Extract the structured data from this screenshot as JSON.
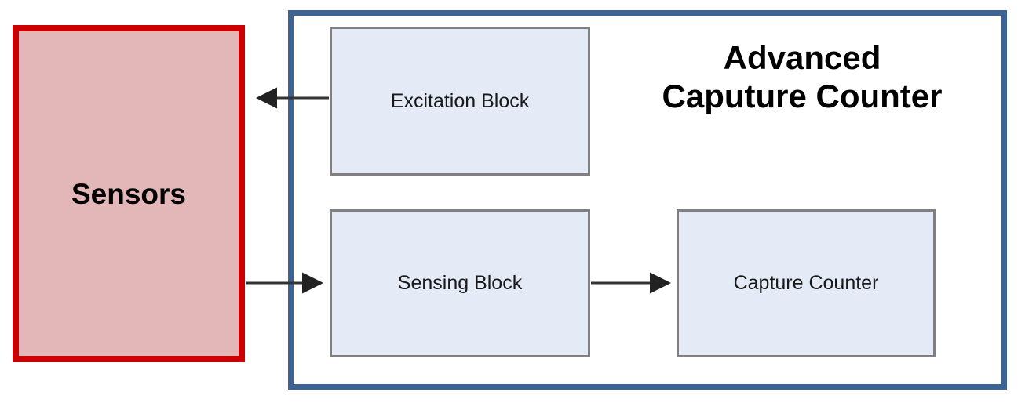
{
  "diagram": {
    "title_lines": [
      "Advanced",
      "Caputure Counter"
    ],
    "colors": {
      "system_border": "#3b6495",
      "sensors_border": "#cc0000",
      "sensors_fill": "#e3b7b8",
      "block_border": "#808080",
      "block_fill": "#e4eaf6",
      "arrow": "#333333",
      "background": "#ffffff",
      "text": "#000000"
    },
    "external": {
      "sensors": {
        "label": "Sensors"
      }
    },
    "blocks": [
      {
        "id": "excitation",
        "label": "Excitation Block"
      },
      {
        "id": "sensing",
        "label": "Sensing Block"
      },
      {
        "id": "capture",
        "label": "Capture Counter"
      }
    ],
    "connections": [
      {
        "id": "excitation-to-sensors",
        "from": "Excitation Block",
        "to": "Sensors",
        "direction": "left",
        "label": ""
      },
      {
        "id": "sensors-to-sensing",
        "from": "Sensors",
        "to": "Sensing Block",
        "direction": "right",
        "label": ""
      },
      {
        "id": "sensing-to-capture",
        "from": "Sensing Block",
        "to": "Capture Counter",
        "direction": "right",
        "label": ""
      }
    ]
  }
}
